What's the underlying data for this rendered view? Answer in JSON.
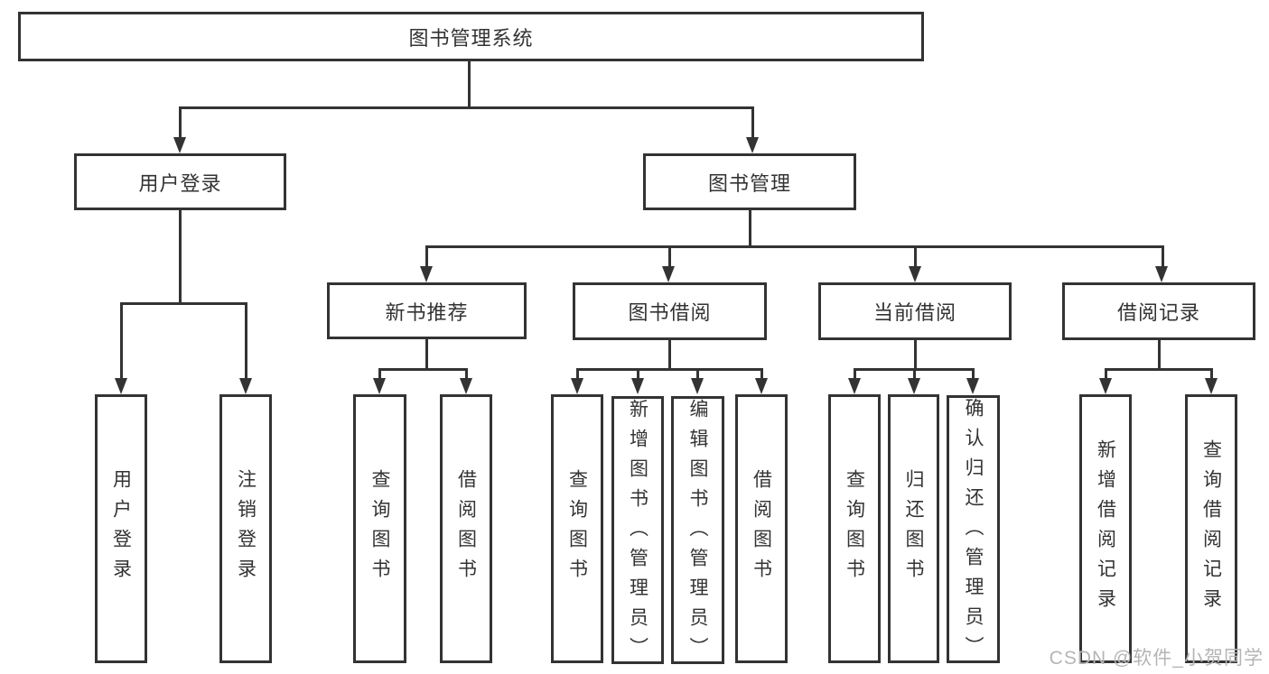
{
  "tree": {
    "label": "图书管理系统",
    "children": [
      {
        "label": "用户登录",
        "children": [
          {
            "label": "用户登录"
          },
          {
            "label": "注销登录"
          }
        ]
      },
      {
        "label": "图书管理",
        "children": [
          {
            "label": "新书推荐",
            "children": [
              {
                "label": "查询图书"
              },
              {
                "label": "借阅图书"
              }
            ]
          },
          {
            "label": "图书借阅",
            "children": [
              {
                "label": "查询图书"
              },
              {
                "label": "新增图书（管理员）"
              },
              {
                "label": "编辑图书（管理员）"
              },
              {
                "label": "借阅图书"
              }
            ]
          },
          {
            "label": "当前借阅",
            "children": [
              {
                "label": "查询图书"
              },
              {
                "label": "归还图书"
              },
              {
                "label": "确认归还（管理员）"
              }
            ]
          },
          {
            "label": "借阅记录",
            "children": [
              {
                "label": "新增借阅记录"
              },
              {
                "label": "查询借阅记录"
              }
            ]
          }
        ]
      }
    ]
  },
  "watermark": {
    "text": "CSDN @软件_小贺同学"
  },
  "colors": {
    "line": "#333333",
    "box_border": "#333333",
    "box_background": "#ffffff",
    "canvas_background": "#ffffff",
    "watermark": "#b5b5b5"
  }
}
